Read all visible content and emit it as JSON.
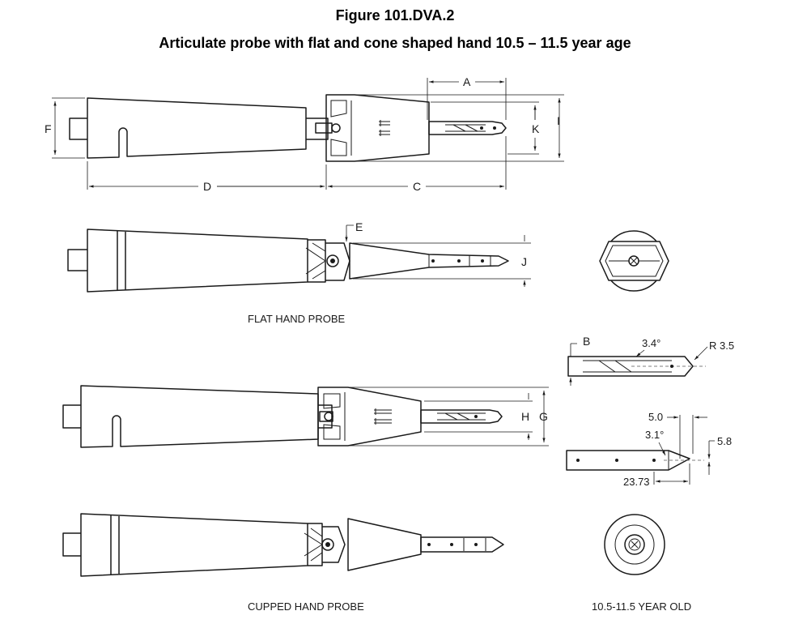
{
  "figure": {
    "title": "Figure 101.DVA.2",
    "subtitle": "Articulate probe with flat and cone shaped hand 10.5 – 11.5 year age"
  },
  "dimension_labels": {
    "a": "A",
    "b": "B",
    "c": "C",
    "d": "D",
    "e": "E",
    "f": "F",
    "g": "G",
    "h": "H",
    "i": "I",
    "j": "J",
    "k": "K"
  },
  "detail_values": {
    "angle_1": "3.4°",
    "radius": "R 3.5",
    "length_1": "5.0",
    "angle_2": "3.1°",
    "offset": "5.8",
    "length_2": "23.73"
  },
  "captions": {
    "flat": "FLAT HAND PROBE",
    "cupped": "CUPPED HAND PROBE",
    "age": "10.5-11.5 YEAR OLD"
  }
}
